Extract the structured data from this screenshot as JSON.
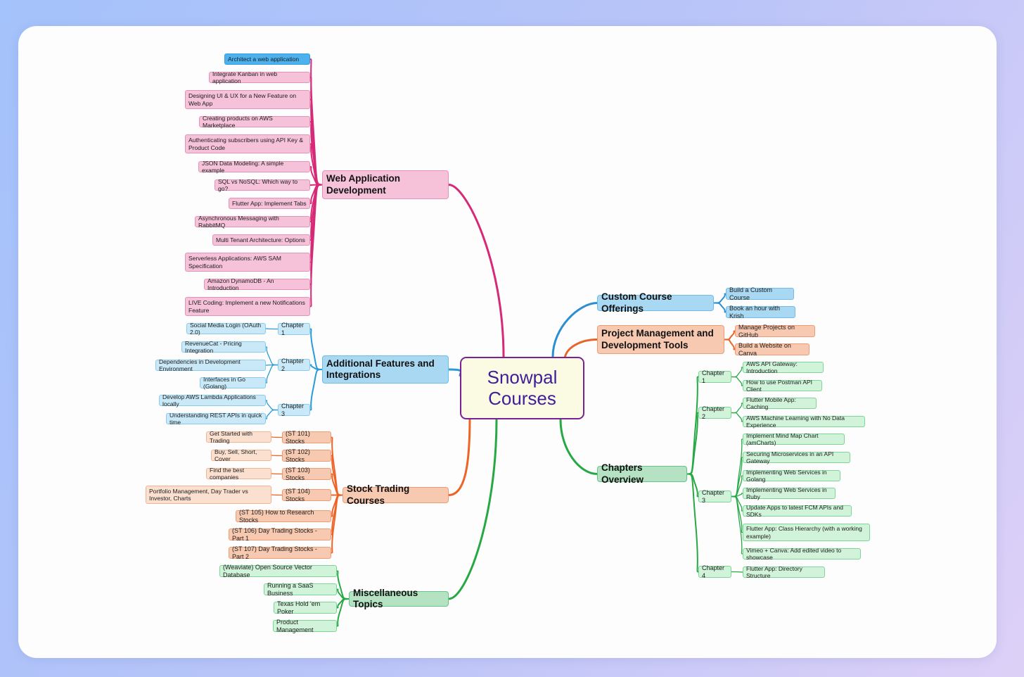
{
  "center": {
    "title": "Snowpal Courses"
  },
  "colors": {
    "web": "#d62a78",
    "additional": "#2a9ad8",
    "stock": "#ee6426",
    "misc": "#26a843",
    "custom": "#2a8fd0",
    "project": "#e86528",
    "chapters": "#26a843",
    "center_border": "#7b2292",
    "center_text": "#3f1f97"
  },
  "branches": {
    "web": {
      "title": "Web Application Development",
      "items": [
        "Architect a web application",
        "Integrate Kanban in web application",
        "Designing UI & UX for a New Feature on Web App",
        "Creating products on AWS Marketplace",
        "Authenticating subscribers using API Key & Product Code",
        "JSON Data Modeling: A simple example",
        "SQL vs NoSQL: Which way to go?",
        "Flutter App: Implement Tabs",
        "Asynchronous Messaging with RabbitMQ",
        "Multi Tenant Architecture: Options",
        "Serverless Applications: AWS SAM Specification",
        "Amazon DynamoDB - An Introduction",
        "LIVE Coding: Implement a new Notifications Feature"
      ]
    },
    "additional": {
      "title": "Additional Features and Integrations",
      "chapters": [
        {
          "label": "Chapter 1",
          "items": [
            "Social Media Login (OAuth 2.0)"
          ]
        },
        {
          "label": "Chapter 2",
          "items": [
            "RevenueCat - Pricing Integration",
            "Dependencies in Development Environment",
            "Interfaces in Go (Golang)"
          ]
        },
        {
          "label": "Chapter 3",
          "items": [
            "Develop AWS Lambda Applications locally",
            "Understanding REST APIs in quick time"
          ]
        }
      ]
    },
    "stock": {
      "title": "Stock Trading Courses",
      "courses": [
        {
          "label": "(ST 101) Stocks",
          "sub": "Get Started with Trading"
        },
        {
          "label": "(ST 102) Stocks",
          "sub": "Buy, Sell, Short, Cover"
        },
        {
          "label": "(ST 103) Stocks",
          "sub": "Find the best companies"
        },
        {
          "label": "(ST 104) Stocks",
          "sub": "Portfolio Management, Day Trader vs Investor, Charts"
        },
        {
          "label": "(ST 105) How to Research Stocks"
        },
        {
          "label": "(ST 106) Day Trading Stocks - Part 1"
        },
        {
          "label": "(ST 107) Day Trading Stocks - Part 2"
        }
      ]
    },
    "misc": {
      "title": "Miscellaneous Topics",
      "items": [
        "(Weaviate) Open Source Vector Database",
        "Running a SaaS Business",
        "Texas Hold 'em Poker",
        "Product Management"
      ]
    },
    "custom": {
      "title": "Custom Course Offerings",
      "items": [
        "Build a Custom Course",
        "Book an hour with Krish"
      ]
    },
    "project": {
      "title": "Project Management and Development Tools",
      "items": [
        "Manage Projects on GitHub",
        "Build a Website on Canva"
      ]
    },
    "chapters": {
      "title": "Chapters Overview",
      "chapters": [
        {
          "label": "Chapter 1",
          "items": [
            "AWS API Gateway: Introduction",
            "How to use Postman API Client"
          ]
        },
        {
          "label": "Chapter 2",
          "items": [
            "Flutter Mobile App: Caching",
            "AWS Machine Learning with No Data Experience"
          ]
        },
        {
          "label": "Chapter 3",
          "items": [
            "Implement Mind Map Chart (amCharts)",
            "Securing Microservices in an API Gateway",
            "Implementing Web Services in Golang",
            "Implementing Web Services in Ruby",
            "Update Apps to latest FCM APIs and SDKs",
            "Flutter App: Class Hierarchy (with a working example)",
            "Vimeo + Canva: Add edited video to showcase"
          ]
        },
        {
          "label": "Chapter 4",
          "items": [
            "Flutter App: Directory Structure"
          ]
        }
      ]
    }
  }
}
